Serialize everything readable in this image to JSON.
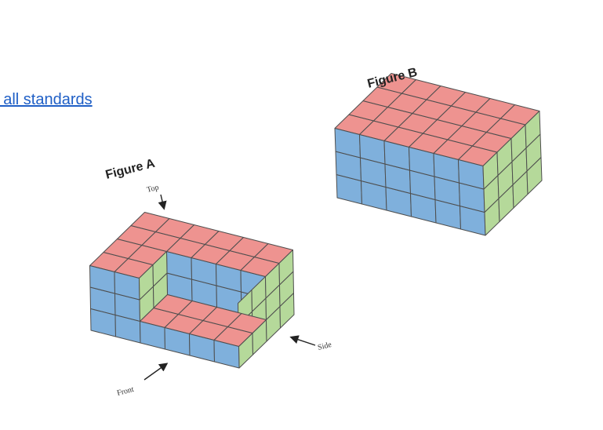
{
  "link": {
    "text": "r all standards"
  },
  "figures": {
    "a": {
      "title": "Figure A",
      "labels": {
        "top": "Top",
        "side": "Side",
        "front": "Front"
      }
    },
    "b": {
      "title": "Figure B"
    }
  },
  "colors": {
    "top": "#ee9390",
    "front": "#7fb0dc",
    "side": "#b5d99a",
    "grid_line": "#4e4e4e",
    "arrow": "#222222",
    "link": "#1f5fc6"
  }
}
